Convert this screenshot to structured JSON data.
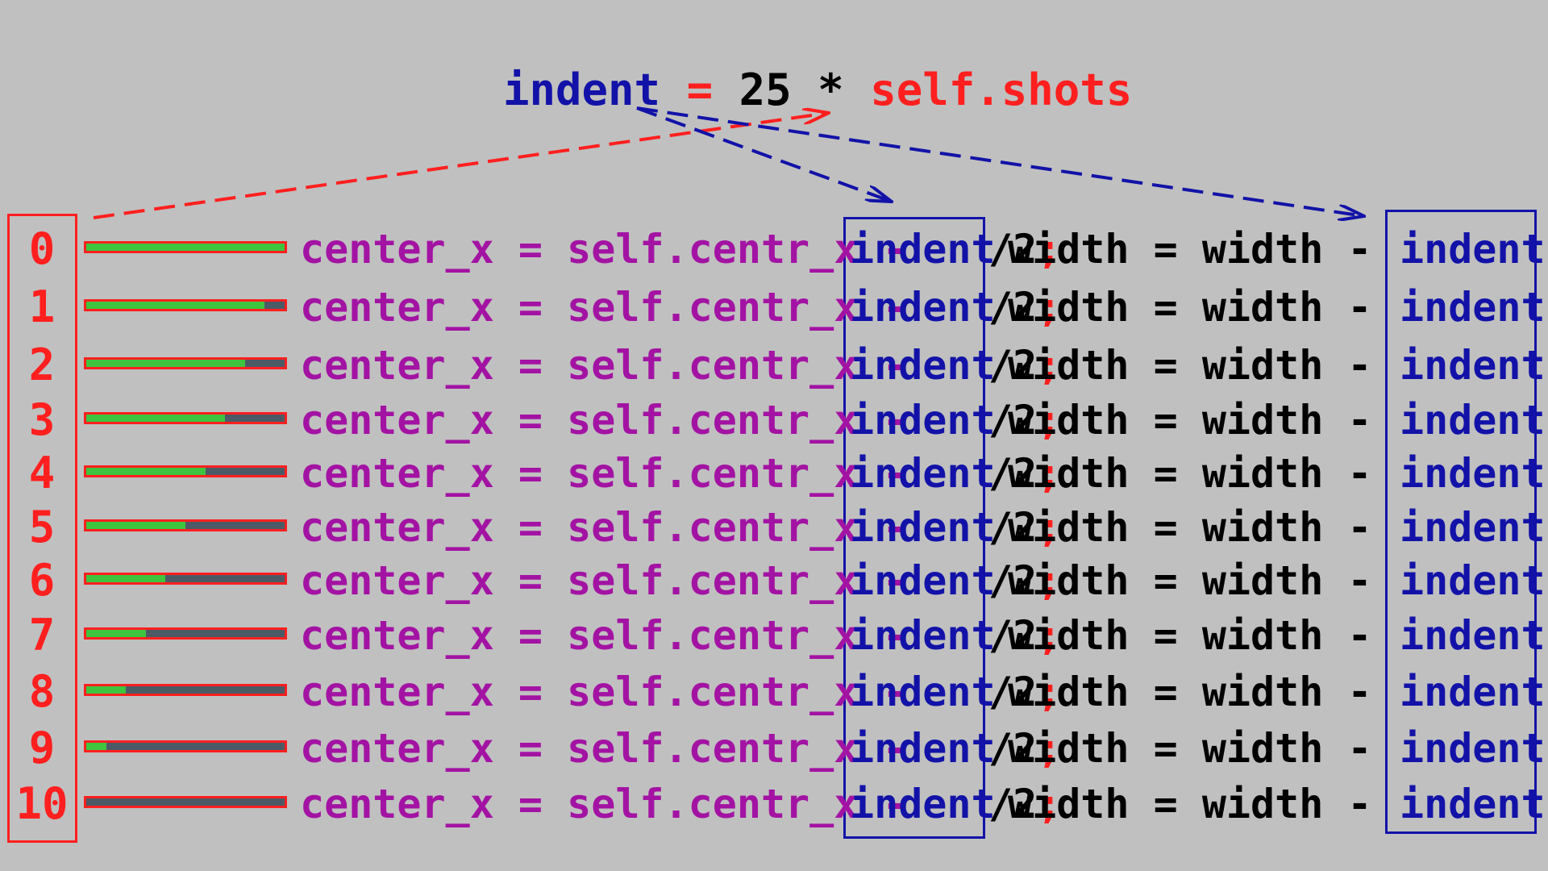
{
  "formula": {
    "lhs": "indent",
    "eq": " = ",
    "num": "25 * ",
    "rhs": "self.shots"
  },
  "code": {
    "center": "center_x = self.centr_x -",
    "indent": "indent",
    "div": "/2",
    "semi": ";",
    "width": "width = width -",
    "indent_right": "indent"
  },
  "rows": [
    {
      "index": "0",
      "fill_fraction": 1.0
    },
    {
      "index": "1",
      "fill_fraction": 0.9
    },
    {
      "index": "2",
      "fill_fraction": 0.8
    },
    {
      "index": "3",
      "fill_fraction": 0.7
    },
    {
      "index": "4",
      "fill_fraction": 0.6
    },
    {
      "index": "5",
      "fill_fraction": 0.5
    },
    {
      "index": "6",
      "fill_fraction": 0.4
    },
    {
      "index": "7",
      "fill_fraction": 0.3
    },
    {
      "index": "8",
      "fill_fraction": 0.2
    },
    {
      "index": "9",
      "fill_fraction": 0.1
    },
    {
      "index": "10",
      "fill_fraction": 0.0
    }
  ],
  "colors": {
    "background": "#c0c0c0",
    "red": "#ff1f1f",
    "blue": "#1212a8",
    "purple": "#a313a3",
    "bar_fill": "#3ec43e",
    "bar_empty": "#4c5a66"
  }
}
